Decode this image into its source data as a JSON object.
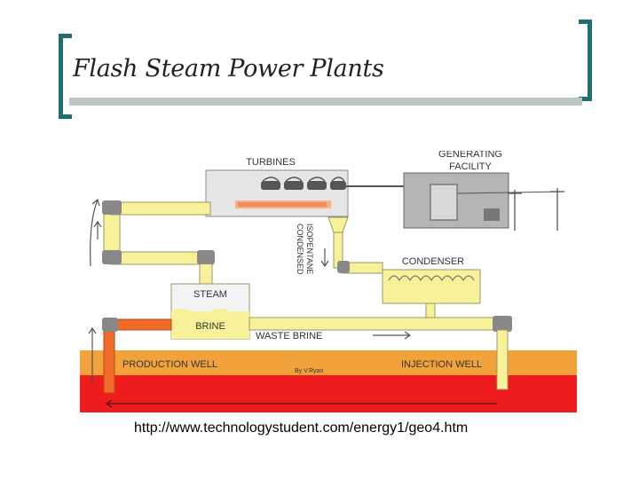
{
  "slide": {
    "title": "Flash Steam Power Plants",
    "source_url": "http://www.technologystudent.com/energy1/geo4.htm"
  },
  "diagram": {
    "labels": {
      "turbines": "TURBINES",
      "generating_line1": "GENERATING",
      "generating_line2": "FACILITY",
      "condensed_line1": "CONDENSED",
      "condensed_line2": "ISOPENTANE",
      "condenser": "CONDENSER",
      "steam": "STEAM",
      "brine": "BRINE",
      "waste_brine": "WASTE BRINE",
      "production_well": "PRODUCTION WELL",
      "injection_well": "INJECTION WELL",
      "credit": "By V.Ryan"
    },
    "colors": {
      "pipe": "#f7f199",
      "pipe_outline": "#999966",
      "hot_pipe": "#f06a28",
      "ground_top": "#f2a23a",
      "ground_bottom": "#ee1c1c",
      "building": "#e6e6e6",
      "facility": "#b5b5b5",
      "bracket": "#1f6f6f"
    },
    "icons": [
      "turbine-icon",
      "transmission-tower-icon",
      "arrow-icon"
    ]
  }
}
